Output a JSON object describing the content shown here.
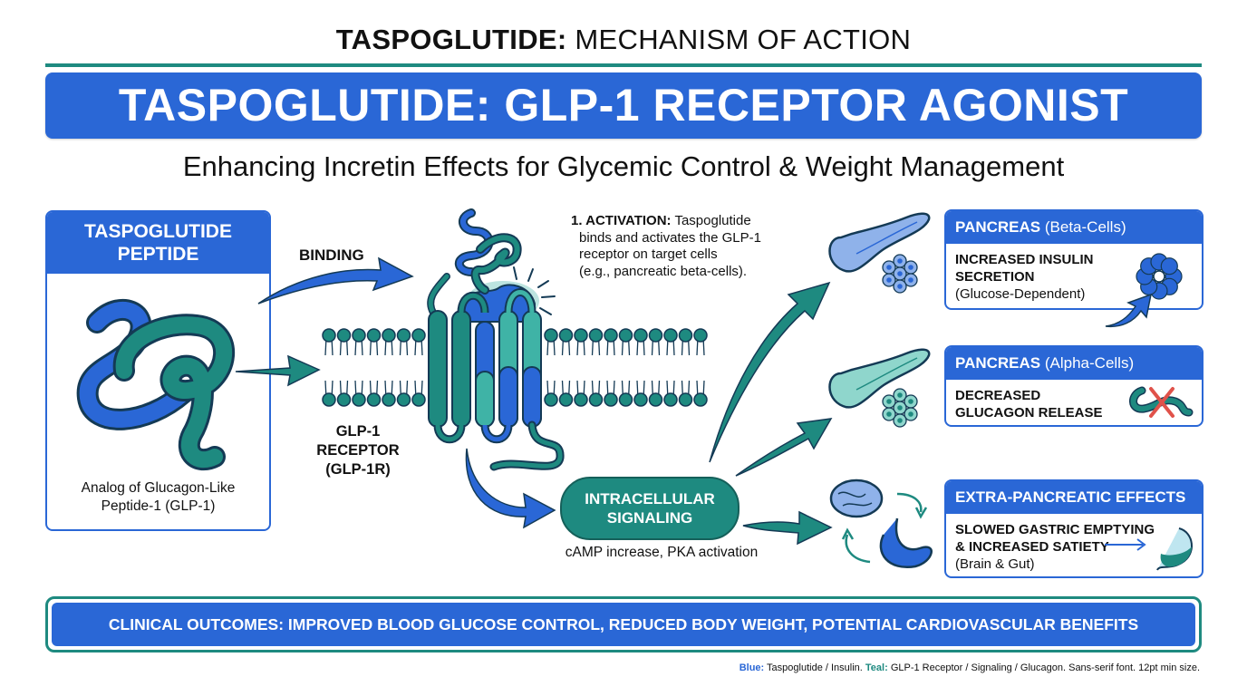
{
  "header": {
    "title_bold": "TASPOGLUTIDE:",
    "title_rest": "MECHANISM OF ACTION",
    "banner": "TASPOGLUTIDE: GLP-1 RECEPTOR AGONIST",
    "subtitle": "Enhancing Incretin Effects for Glycemic Control & Weight Management"
  },
  "peptide_card": {
    "title_line1": "TASPOGLUTIDE",
    "title_line2": "PEPTIDE",
    "caption_line1": "Analog of Glucagon-Like",
    "caption_line2": "Peptide-1 (GLP-1)"
  },
  "center": {
    "binding_label": "BINDING",
    "receptor_line1": "GLP-1",
    "receptor_line2": "RECEPTOR",
    "receptor_line3": "(GLP-1R)",
    "activation_bold": "1. ACTIVATION:",
    "activation_line1": "Taspoglutide",
    "activation_line2": "binds and activates the GLP-1",
    "activation_line3": "receptor on target cells",
    "activation_line4": "(e.g., pancreatic beta-cells).",
    "signal_line1": "INTRACELLULAR",
    "signal_line2": "SIGNALING",
    "signal_sub": "cAMP increase, PKA activation"
  },
  "effects": [
    {
      "title_bold": "PANCREAS",
      "title_light": "(Beta-Cells)",
      "line1": "INCREASED INSULIN",
      "line2": "SECRETION",
      "line3": "(Glucose-Dependent)",
      "icon": "insulin-hexamer-icon"
    },
    {
      "title_bold": "PANCREAS",
      "title_light": "(Alpha-Cells)",
      "line1": "DECREASED",
      "line2": "GLUCAGON RELEASE",
      "icon": "glucagon-blocked-icon"
    },
    {
      "title_bold": "EXTRA-PANCREATIC EFFECTS",
      "title_light": "",
      "line1": "SLOWED GASTRIC EMPTYING",
      "line2": "& INCREASED SATIETY",
      "line3": "(Brain & Gut)",
      "icon": "stomach-icon"
    }
  ],
  "outcome": "CLINICAL OUTCOMES: IMPROVED BLOOD GLUCOSE CONTROL, REDUCED BODY WEIGHT, POTENTIAL CARDIOVASCULAR BENEFITS",
  "legend": {
    "blue_key": "Blue:",
    "blue_text": "Taspoglutide / Insulin.",
    "teal_key": "Teal:",
    "teal_text": "GLP-1 Receptor / Signaling / Glucagon. Sans-serif font. 12pt min size."
  },
  "colors": {
    "blue": "#2a67d6",
    "teal": "#1e8a80",
    "light_teal": "#3fb3a6",
    "outline": "#143a55",
    "red_x": "#e0524a"
  }
}
